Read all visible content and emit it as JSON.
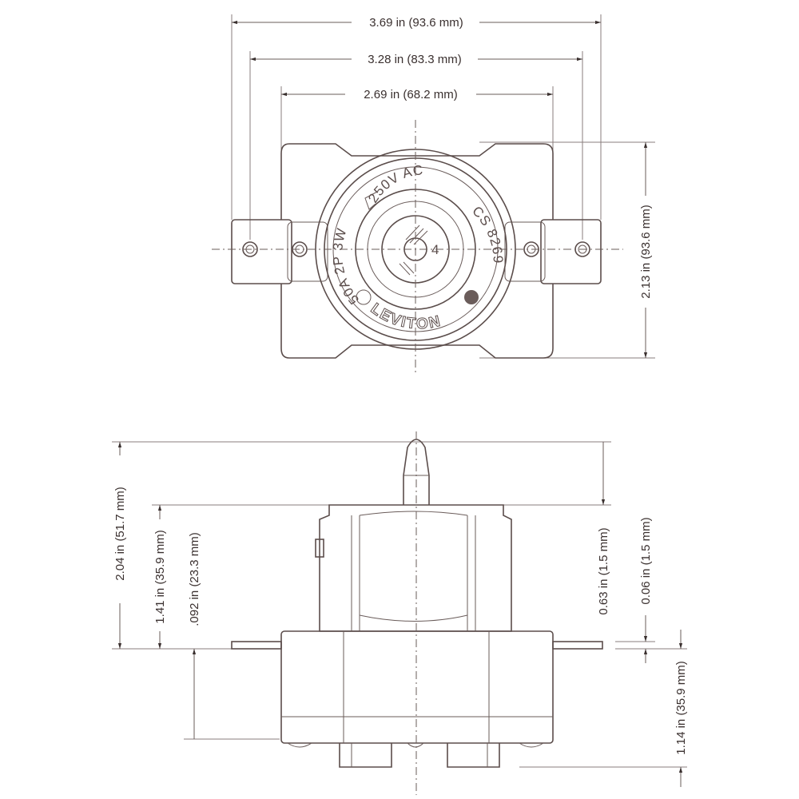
{
  "top_view": {
    "dimensions": {
      "overall_width": "3.69 in (93.6 mm)",
      "mounting_hole_spacing": "3.28 in (83.3 mm)",
      "body_width": "2.69 in (68.2 mm)",
      "height": "2.13 in (93.6 mm)"
    },
    "markings": {
      "voltage": "250V AC",
      "rating": "50A 2P 3W",
      "catalog": "CS 8269",
      "brand": "LEVITON",
      "terminal": "4"
    }
  },
  "side_view": {
    "dimensions": {
      "overall_depth": "2.04 in (51.7 mm)",
      "body_depth": "1.41 in (35.9 mm)",
      "lower_depth": ".092 in (23.3 mm)",
      "pin_height": "0.63 in (1.5 mm)",
      "strap_thickness": "0.06 in (1.5 mm)",
      "rear_depth": "1.14 in (35.9 mm)"
    }
  },
  "colors": {
    "line": "#5b4d4b",
    "text": "#3a302f"
  }
}
